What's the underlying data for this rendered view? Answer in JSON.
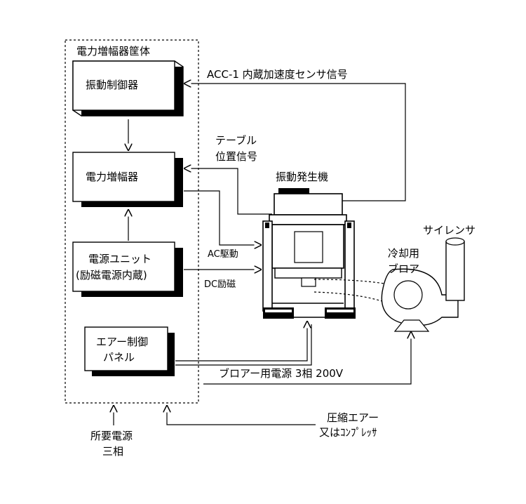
{
  "enclosure_title": "電力増幅器筐体",
  "blocks": {
    "vibration_controller": "振動制御器",
    "power_amplifier": "電力増幅器",
    "power_unit_line1": "電源ユニット",
    "power_unit_line2": "(励磁電源内蔵)",
    "air_panel_line1": "エアー制御",
    "air_panel_line2": "パネル"
  },
  "signals": {
    "acc_sensor": "ACC-1 内蔵加速度センサ信号",
    "table_pos_line1": "テーブル",
    "table_pos_line2": "位置信号",
    "ac_drive": "AC駆動",
    "dc_excitation": "DC励磁",
    "blower_power": "ブロアー用電源 3相 200V"
  },
  "equipment": {
    "shaker": "振動発生機",
    "silencer": "サイレンサ",
    "blower_line1": "冷却用",
    "blower_line2": "ブロア"
  },
  "inputs": {
    "power_line1": "所要電源",
    "power_line2": "三相",
    "air_line1": "圧縮エアー",
    "air_line2": "又はｺﾝﾌﾟﾚｯｻ"
  }
}
